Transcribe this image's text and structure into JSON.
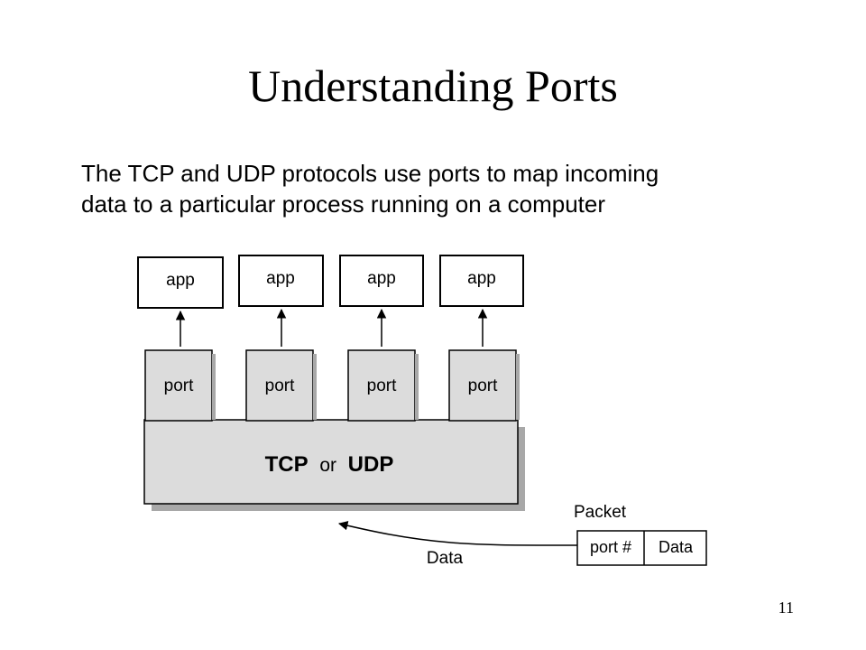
{
  "slide": {
    "title": "Understanding Ports",
    "body_lines": [
      "The TCP and UDP protocols use ports to map incoming",
      "data to a particular process running on a computer"
    ],
    "page_number": "11"
  },
  "diagram": {
    "columns": [
      {
        "app_label": "app",
        "port_label": "port"
      },
      {
        "app_label": "app",
        "port_label": "port"
      },
      {
        "app_label": "app",
        "port_label": "port"
      },
      {
        "app_label": "app",
        "port_label": "port"
      }
    ],
    "protocol_label": {
      "tcp": "TCP",
      "or": "or",
      "udp": "UDP"
    },
    "packet": {
      "title": "Packet",
      "fields": [
        "port #",
        "Data"
      ]
    },
    "data_arrow_label": "Data",
    "colors": {
      "box_fill": "#dcdcdc",
      "shadow": "#a8a8a8",
      "stroke": "#000000"
    }
  }
}
